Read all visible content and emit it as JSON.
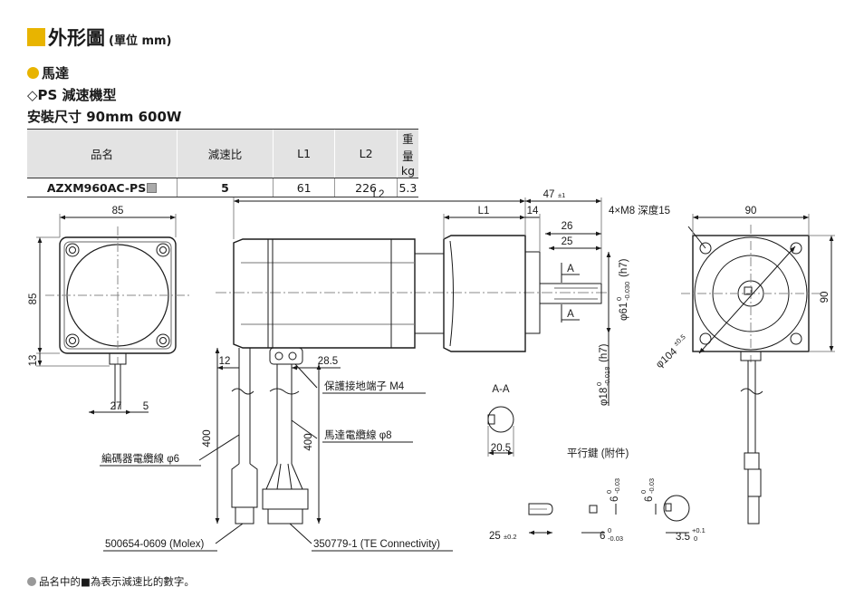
{
  "header": {
    "title": "外形圖",
    "unit": "(單位 mm)"
  },
  "section": {
    "motor": "馬達",
    "reducer": "◇PS 減速機型",
    "mount": "安裝尺寸 90mm 600W"
  },
  "table": {
    "headers": [
      "品名",
      "減速比",
      "L1",
      "L2",
      "重量kg"
    ],
    "rows": [
      {
        "model": "AZXM960AC-PS",
        "ratio": "5",
        "l1": "61",
        "l2": "226",
        "weight": "5.3"
      }
    ]
  },
  "dims": {
    "front_width": "85",
    "front_height": "85",
    "front_offset": "13",
    "cable_27": "27",
    "cable_5": "5",
    "l2": "L2",
    "l1": "L1",
    "shaft_47": "47",
    "tol_47": "±1",
    "d14": "14",
    "d26": "26",
    "d25": "25",
    "section_a": "A",
    "d12": "12",
    "d28_5": "28.5",
    "d400a": "400",
    "d400b": "400",
    "phi61": "φ61",
    "phi61_tol_top": "0",
    "phi61_tol_bot": "-0.030",
    "phi61_fit": "(h7)",
    "phi18": "φ18",
    "phi18_tol_top": "0",
    "phi18_tol_bot": "-0.018",
    "phi18_fit": "(h7)",
    "tap": "4×M8 深度15",
    "side_width": "90",
    "side_height": "90",
    "phi104": "φ104",
    "phi104_tol": "±0.5",
    "aa_label": "A-A",
    "d20_5": "20.5",
    "key_title": "平行鍵 (附件)",
    "key_25": "25",
    "key_25_tol": "±0.2",
    "key_6a": "6",
    "key_6a_tol_top": "0",
    "key_6a_tol_bot": "-0.03",
    "key_6b": "6",
    "key_6b_tol_top": "0",
    "key_6b_tol_bot": "-0.03",
    "key_6c": "6",
    "key_6c_tol_top": "0",
    "key_6c_tol_bot": "-0.03",
    "key_3_5": "3.5",
    "key_3_5_tol_top": "+0.1",
    "key_3_5_tol_bot": "0"
  },
  "labels": {
    "ground": "保護接地端子 M4",
    "motor_cable": "馬達電纜線 φ8",
    "encoder_cable": "編碼器電纜線 φ6",
    "conn1": "500654-0609 (Molex)",
    "conn2": "350779-1 (TE Connectivity)"
  },
  "footnote": "品名中的■為表示減速比的數字。",
  "colors": {
    "accent": "#e8b400",
    "header_bg": "#e3e3e3",
    "line": "#1a1a1a"
  }
}
